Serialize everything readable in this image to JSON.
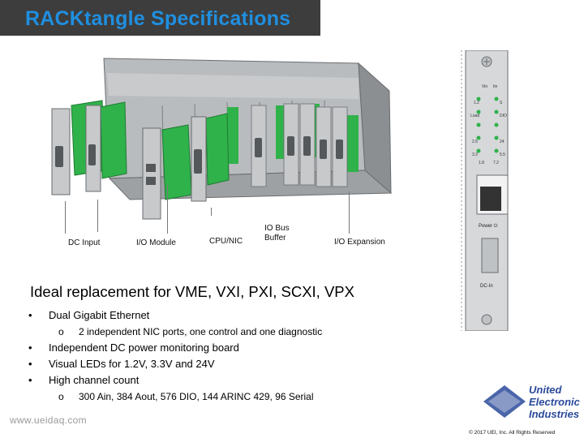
{
  "slide": {
    "title": "RACKtangle Specifications",
    "headline": "Ideal replacement for VME, VXI, PXI, SCXI, VPX",
    "bullets": [
      {
        "text": "Dual Gigabit Ethernet",
        "sub": [
          "2 independent NIC ports, one control and one diagnostic"
        ]
      },
      {
        "text": "Independent DC power monitoring board",
        "sub": []
      },
      {
        "text": "Visual LEDs for 1.2V, 3.3V and 24V",
        "sub": []
      },
      {
        "text": "High channel count",
        "sub": [
          "300 Ain, 384 Aout, 576 DIO, 144 ARINC 429, 96 Serial"
        ]
      }
    ],
    "bullet_marker": "•",
    "sub_marker": "o"
  },
  "chassis": {
    "callouts": [
      "DC Input",
      "I/O Module",
      "CPU/NIC",
      "IO Bus Buffer",
      "I/O Expansion"
    ]
  },
  "power_panel": {
    "led_labels": [
      "Vin",
      "Iin",
      "1.2",
      "S",
      "Load",
      "DIO",
      "2.5",
      "24",
      "3.3",
      "5.5",
      "1.8",
      "7.2"
    ],
    "power_label": "Power ⏻",
    "dc_in_label": "DC-In"
  },
  "footer": {
    "url": "www.ueidaq.com",
    "copyright": "© 2017 UEI, Inc. All Rights Reserved",
    "logo_lines": [
      "United",
      "Electronic",
      "Industries"
    ]
  },
  "colors": {
    "title_bg": "#3d3d3d",
    "title_text": "#1f8fe0",
    "board_green": "#2fb24a",
    "chassis_gray": "#8c8f92",
    "logo_blue": "#2a4a9a"
  }
}
